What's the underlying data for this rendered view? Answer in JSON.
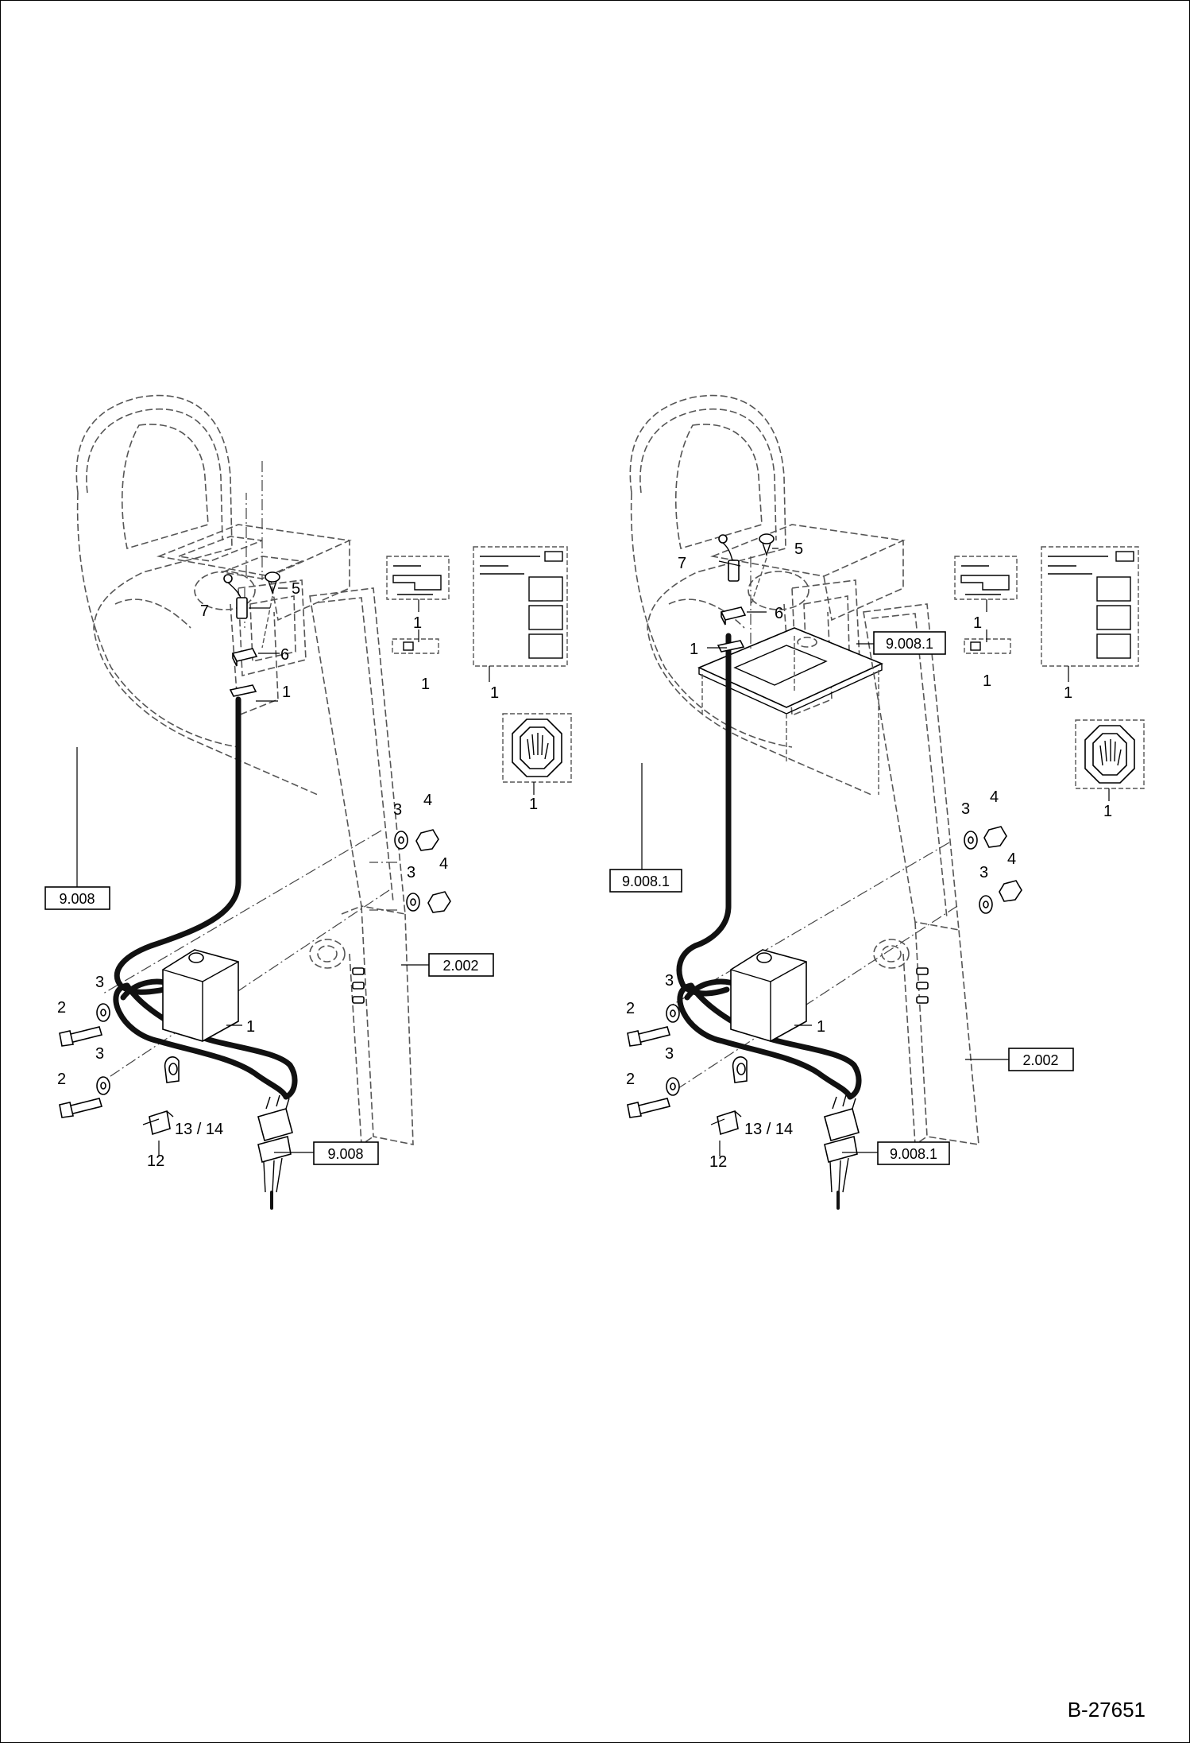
{
  "drawing_number": "B-27651",
  "left_view": {
    "frame_ref": "9.008",
    "column_ref": "2.002",
    "harness_ref": "9.008",
    "callouts": {
      "key": "7",
      "plug": "5",
      "switch": "6",
      "bracket": "1",
      "decal_small": "1",
      "decal_strip": "1",
      "decal_large": "1",
      "decal_hand": "1",
      "washer_upper_a": "3",
      "nut_upper_a": "4",
      "washer_upper_b": "3",
      "nut_upper_b": "4",
      "bolt_a": "2",
      "washer_a": "3",
      "bolt_b": "2",
      "washer_b": "3",
      "module": "1",
      "connector": "13 / 14",
      "relay": "12"
    }
  },
  "right_view": {
    "plate_ref": "9.008.1",
    "frame_ref": "9.008.1",
    "column_ref": "2.002",
    "harness_ref": "9.008.1",
    "callouts": {
      "key": "7",
      "plug": "5",
      "switch": "6",
      "bracket": "1",
      "decal_small": "1",
      "decal_strip": "1",
      "decal_large": "1",
      "decal_hand": "1",
      "washer_upper_a": "3",
      "nut_upper_a": "4",
      "washer_upper_b": "3",
      "nut_upper_b": "4",
      "bolt_a": "2",
      "washer_a": "3",
      "bolt_b": "2",
      "washer_b": "3",
      "module": "1",
      "connector": "13 / 14",
      "relay": "12"
    }
  }
}
